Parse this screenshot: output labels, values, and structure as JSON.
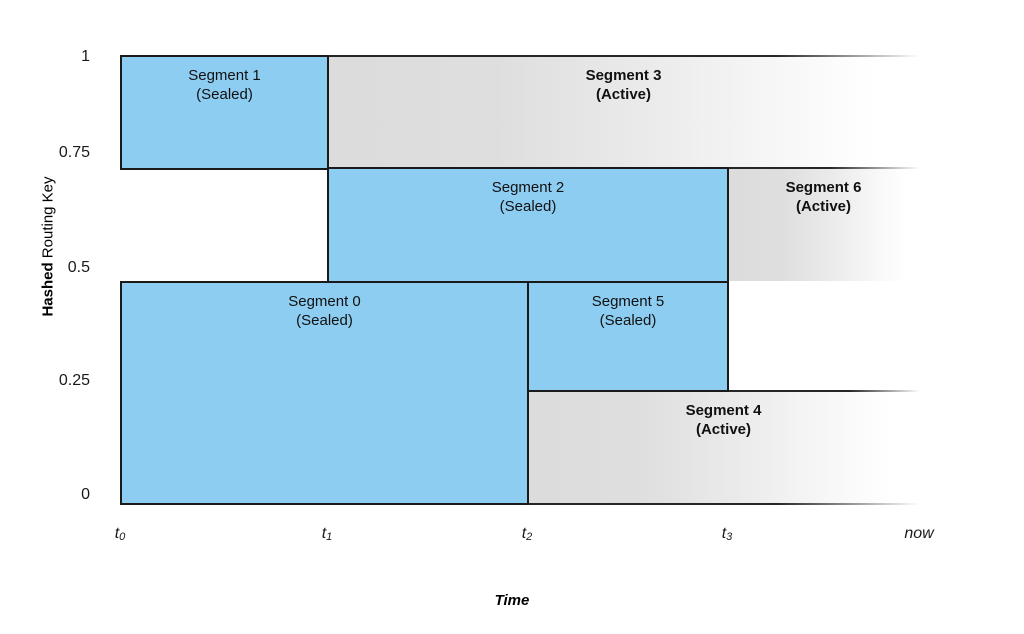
{
  "chart_data": {
    "type": "table",
    "title": "",
    "xlabel": "Time",
    "ylabel": "Hashed Routing Key",
    "ylabel_bold_part": "Hashed",
    "ylabel_regular_part": "Routing Key",
    "ylim": [
      0,
      1
    ],
    "yticks": [
      "0",
      "0.25",
      "0.5",
      "0.75",
      "1"
    ],
    "ytick_values": [
      0,
      0.25,
      0.5,
      0.75,
      1
    ],
    "xticks": [
      "t0",
      "t1",
      "t2",
      "t3",
      "now"
    ],
    "xtick_labels": [
      {
        "base": "t",
        "sub": "0"
      },
      {
        "base": "t",
        "sub": "1"
      },
      {
        "base": "t",
        "sub": "2"
      },
      {
        "base": "t",
        "sub": "3"
      },
      {
        "base": "now",
        "sub": ""
      }
    ],
    "grid": false,
    "legend": "none",
    "colors": {
      "sealed_fill": "#8ecdf2",
      "active_fill_start": "#dcdcdc",
      "active_fill_end": "#ffffff",
      "stroke": "#1a1a1a",
      "text": "#111111"
    },
    "segments": [
      {
        "id": "segment-1",
        "name": "Segment 1",
        "state": "(Sealed)",
        "status": "sealed",
        "x_start": "t0",
        "x_end": "t1",
        "y_low": 0.72,
        "y_high": 1.0
      },
      {
        "id": "segment-3",
        "name": "Segment 3",
        "state": "(Active)",
        "status": "active",
        "x_start": "t1",
        "x_end": "now",
        "y_low": 0.72,
        "y_high": 1.0
      },
      {
        "id": "segment-2",
        "name": "Segment 2",
        "state": "(Sealed)",
        "status": "sealed",
        "x_start": "t1",
        "x_end": "t3",
        "y_low": 0.47,
        "y_high": 0.72
      },
      {
        "id": "segment-6",
        "name": "Segment 6",
        "state": "(Active)",
        "status": "active",
        "x_start": "t3",
        "x_end": "now",
        "y_low": 0.47,
        "y_high": 0.72
      },
      {
        "id": "segment-0",
        "name": "Segment 0",
        "state": "(Sealed)",
        "status": "sealed",
        "x_start": "t0",
        "x_end": "t2",
        "y_low": 0.0,
        "y_high": 0.47
      },
      {
        "id": "segment-5",
        "name": "Segment 5",
        "state": "(Sealed)",
        "status": "sealed",
        "x_start": "t2",
        "x_end": "t3",
        "y_low": 0.22,
        "y_high": 0.47
      },
      {
        "id": "segment-4",
        "name": "Segment 4",
        "state": "(Active)",
        "status": "active",
        "x_start": "t2",
        "x_end": "now",
        "y_low": 0.0,
        "y_high": 0.22
      }
    ]
  },
  "axis": {
    "y_title_bold": "Hashed",
    "y_title_regular": " Routing Key",
    "x_title": "Time",
    "y_ticks": [
      "1",
      "0.75",
      "0.5",
      "0.25",
      "0"
    ],
    "x_ticks": [
      "t0",
      "t1",
      "t2",
      "t3",
      "now"
    ]
  },
  "segments": {
    "s1": {
      "name": "Segment 1",
      "state": "(Sealed)"
    },
    "s3": {
      "name": "Segment 3",
      "state": "(Active)"
    },
    "s2": {
      "name": "Segment 2",
      "state": "(Sealed)"
    },
    "s6": {
      "name": "Segment 6",
      "state": "(Active)"
    },
    "s0": {
      "name": "Segment 0",
      "state": "(Sealed)"
    },
    "s5": {
      "name": "Segment 5",
      "state": "(Sealed)"
    },
    "s4": {
      "name": "Segment 4",
      "state": "(Active)"
    }
  }
}
